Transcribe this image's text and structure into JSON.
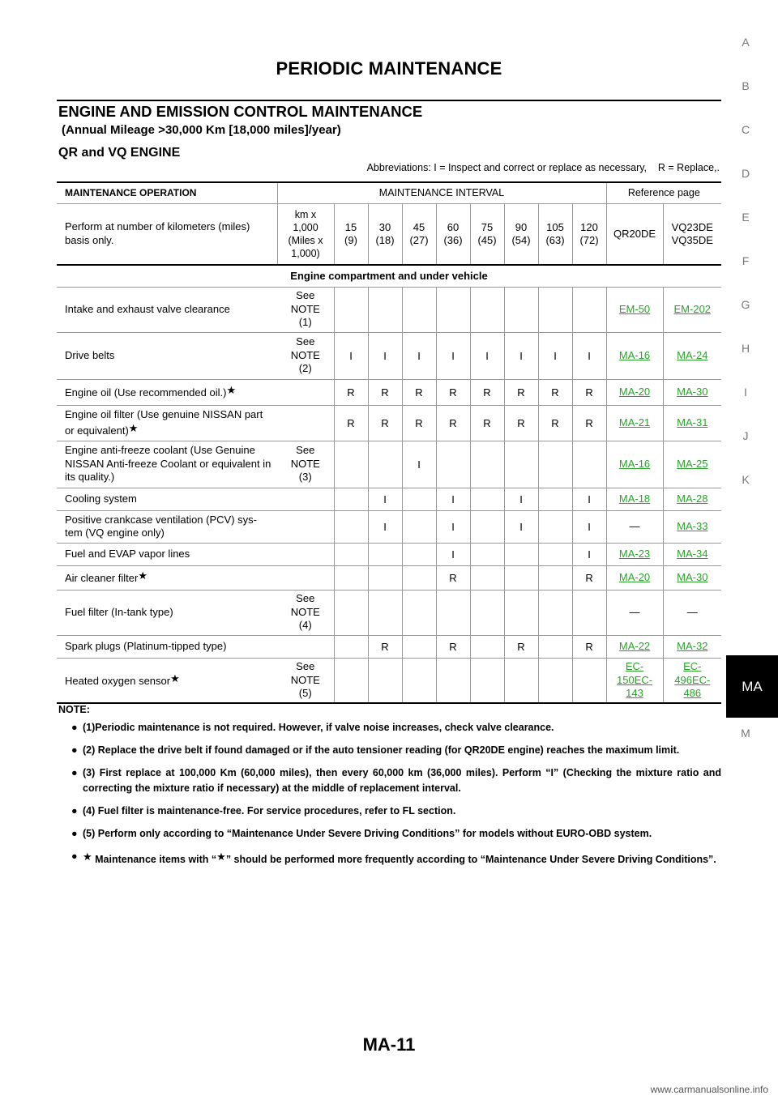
{
  "header": {
    "title": "PERIODIC MAINTENANCE"
  },
  "section": {
    "title": "ENGINE AND EMISSION CONTROL MAINTENANCE",
    "subtitle": "(Annual Mileage >30,000 Km [18,000 miles]/year)",
    "engine": "QR and VQ ENGINE",
    "abbreviations": "Abbreviations: I = Inspect and correct or replace as necessary,    R = Replace,."
  },
  "table": {
    "header1": {
      "operation": "MAINTENANCE OPERATION",
      "interval": "MAINTENANCE INTERVAL",
      "reference": "Reference page"
    },
    "header2": {
      "perform": "Perform at number of kilometers (miles) basis only.",
      "unit_lines": [
        "km x",
        "1,000",
        "(Miles x",
        "1,000)"
      ],
      "intervals": [
        [
          "15",
          "(9)"
        ],
        [
          "30",
          "(18)"
        ],
        [
          "45",
          "(27)"
        ],
        [
          "60",
          "(36)"
        ],
        [
          "75",
          "(45)"
        ],
        [
          "90",
          "(54)"
        ],
        [
          "105",
          "(63)"
        ],
        [
          "120",
          "(72)"
        ]
      ],
      "ref_qr": "QR20DE",
      "ref_vq": [
        "VQ23DE",
        "VQ35DE"
      ]
    },
    "group_label": "Engine compartment and under vehicle",
    "rows": [
      {
        "op": "Intake and exhaust valve clearance",
        "star": "",
        "see": [
          "See",
          "NOTE",
          "(1)"
        ],
        "cells": [
          "",
          "",
          "",
          "",
          "",
          "",
          "",
          ""
        ],
        "qr": [
          "EM-50"
        ],
        "vq": [
          "EM-202"
        ]
      },
      {
        "op": "Drive belts",
        "star": "",
        "see": [
          "See",
          "NOTE",
          "(2)"
        ],
        "cells": [
          "I",
          "I",
          "I",
          "I",
          "I",
          "I",
          "I",
          "I"
        ],
        "qr": [
          "MA-16"
        ],
        "vq": [
          "MA-24"
        ]
      },
      {
        "op": "Engine oil (Use recommended oil.)",
        "star": "★",
        "see": [],
        "cells": [
          "R",
          "R",
          "R",
          "R",
          "R",
          "R",
          "R",
          "R"
        ],
        "qr": [
          "MA-20"
        ],
        "vq": [
          "MA-30"
        ]
      },
      {
        "op": "Engine oil filter (Use genuine NISSAN part or equivalent)",
        "star": "★",
        "see": [],
        "cells": [
          "R",
          "R",
          "R",
          "R",
          "R",
          "R",
          "R",
          "R"
        ],
        "qr": [
          "MA-21"
        ],
        "vq": [
          "MA-31"
        ]
      },
      {
        "op": "Engine anti-freeze coolant (Use Genuine NISSAN Anti-freeze Coolant or equivalent in its quality.)",
        "star": "",
        "see": [
          "See",
          "NOTE",
          "(3)"
        ],
        "cells": [
          "",
          "",
          "I",
          "",
          "",
          "",
          "",
          ""
        ],
        "qr": [
          "MA-16"
        ],
        "vq": [
          "MA-25"
        ]
      },
      {
        "op": "Cooling system",
        "star": "",
        "see": [],
        "cells": [
          "",
          "I",
          "",
          "I",
          "",
          "I",
          "",
          "I"
        ],
        "qr": [
          "MA-18"
        ],
        "vq": [
          "MA-28"
        ]
      },
      {
        "op": "Positive crankcase ventilation (PCV) sys-tem (VQ engine only)",
        "star": "",
        "see": [],
        "cells": [
          "",
          "I",
          "",
          "I",
          "",
          "I",
          "",
          "I"
        ],
        "qr_plain": "—",
        "qr": [],
        "vq": [
          "MA-33"
        ]
      },
      {
        "op": "Fuel and EVAP vapor lines",
        "star": "",
        "see": [],
        "cells": [
          "",
          "",
          "",
          "I",
          "",
          "",
          "",
          "I"
        ],
        "qr": [
          "MA-23"
        ],
        "vq": [
          "MA-34"
        ]
      },
      {
        "op": "Air cleaner filter",
        "star": "★",
        "see": [],
        "cells": [
          "",
          "",
          "",
          "R",
          "",
          "",
          "",
          "R"
        ],
        "qr": [
          "MA-20"
        ],
        "vq": [
          "MA-30"
        ]
      },
      {
        "op": "Fuel filter (In-tank type)",
        "star": "",
        "see": [
          "See",
          "NOTE",
          "(4)"
        ],
        "cells": [
          "",
          "",
          "",
          "",
          "",
          "",
          "",
          ""
        ],
        "qr_plain": "—",
        "vq_plain": "—",
        "qr": [],
        "vq": []
      },
      {
        "op": "Spark plugs (Platinum-tipped type)",
        "star": "",
        "see": [],
        "cells": [
          "",
          "R",
          "",
          "R",
          "",
          "R",
          "",
          "R"
        ],
        "qr": [
          "MA-22"
        ],
        "vq": [
          "MA-32"
        ]
      },
      {
        "op": "Heated oxygen sensor",
        "star": "★",
        "see": [
          "See",
          "NOTE",
          "(5)"
        ],
        "cells": [
          "",
          "",
          "",
          "",
          "",
          "",
          "",
          ""
        ],
        "qr": [
          "EC-",
          "150EC-",
          "143"
        ],
        "vq": [
          "EC-",
          "496EC-",
          "486"
        ]
      }
    ]
  },
  "notes": {
    "title": "NOTE:",
    "bullet": "●",
    "star": "★",
    "items": [
      "(1)Periodic maintenance is not required. However, if valve noise increases, check valve clearance.",
      "(2) Replace the drive belt if found damaged or if the auto tensioner reading (for QR20DE engine) reaches the maximum limit.",
      "(3) First replace at 100,000 Km (60,000 miles), then every 60,000 km (36,000 miles). Perform “I” (Checking the mixture ratio and correcting the mixture ratio if necessary) at the middle of replacement interval.",
      "(4) Fuel filter is maintenance-free. For service procedures, refer to FL section.",
      "(5) Perform only according to “Maintenance Under Severe Driving Conditions” for models without EURO-OBD system."
    ],
    "last_item_prefix": " Maintenance items with “",
    "last_item_suffix": "” should be performed more frequently according to “Maintenance Under Severe Driving Conditions”."
  },
  "side_index": {
    "letters": [
      "A",
      "B",
      "C",
      "D",
      "E",
      "F",
      "G",
      "H",
      "I",
      "J",
      "K"
    ],
    "active": "MA",
    "after": [
      "M"
    ]
  },
  "footer": {
    "page_number": "MA-11",
    "watermark": "www.carmanualsonline.info"
  },
  "colors": {
    "link": "#2aa12a",
    "tab_bg": "#000000",
    "index_gray": "#777777"
  }
}
